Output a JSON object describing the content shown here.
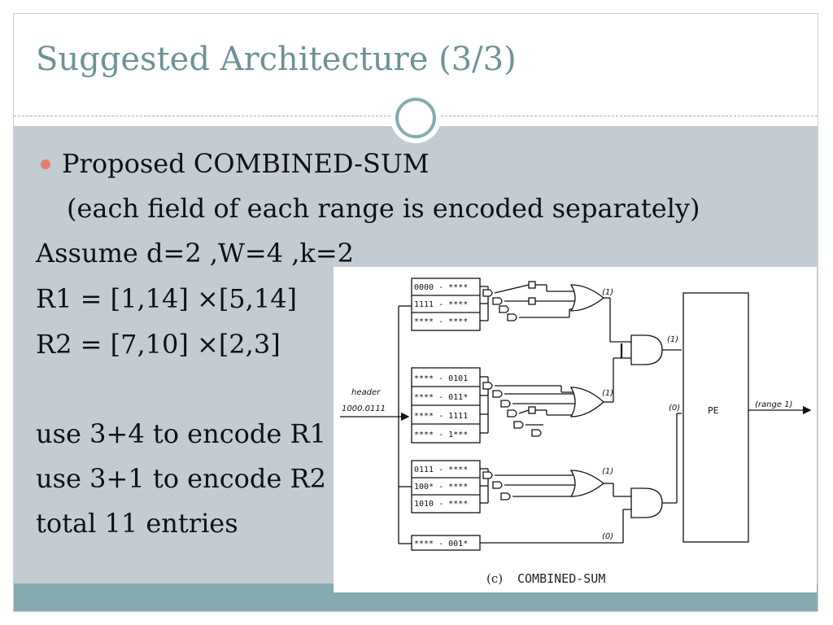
{
  "slide": {
    "title": "Suggested Architecture (3/3)",
    "bullet": {
      "text": "Proposed  COMBINED-SUM",
      "subtext": "(each field of each range is encoded separately)"
    },
    "lines": [
      "Assume  d=2 ,W=4 ,k=2",
      "R1 = [1,14] ×[5,14]",
      "R2 = [7,10] ×[2,3]",
      "use 3+4 to encode R1",
      "use 3+1 to encode R2",
      "total 11 entries"
    ],
    "colors": {
      "title": "#6e9296",
      "content_band": "#c3ccd3",
      "footer_band": "#86abae",
      "bullet": "#e57f6b"
    }
  },
  "diagram": {
    "header_label": "header",
    "header_value": "1000.0111",
    "group1_entries": [
      "0000 - ****",
      "1111 - ****",
      "**** - ****"
    ],
    "group2_entries": [
      "**** - 0101",
      "**** - 011*",
      "**** - 1111",
      "**** - 1***"
    ],
    "group3_entries": [
      "0111 - ****",
      "100* - ****",
      "1010 - ****"
    ],
    "group4_entries": [
      "**** - 001*"
    ],
    "signal_labels": {
      "or1_out": "(1)",
      "and1_out": "(1)",
      "or2_out": "(1)",
      "and1_in2": "(0)",
      "or3_out": "(1)",
      "cell4_out": "(0)"
    },
    "pe_label": "PE",
    "output_label": "(range 1)",
    "caption_prefix": "(c)",
    "caption_name": "COMBINED-SUM"
  }
}
